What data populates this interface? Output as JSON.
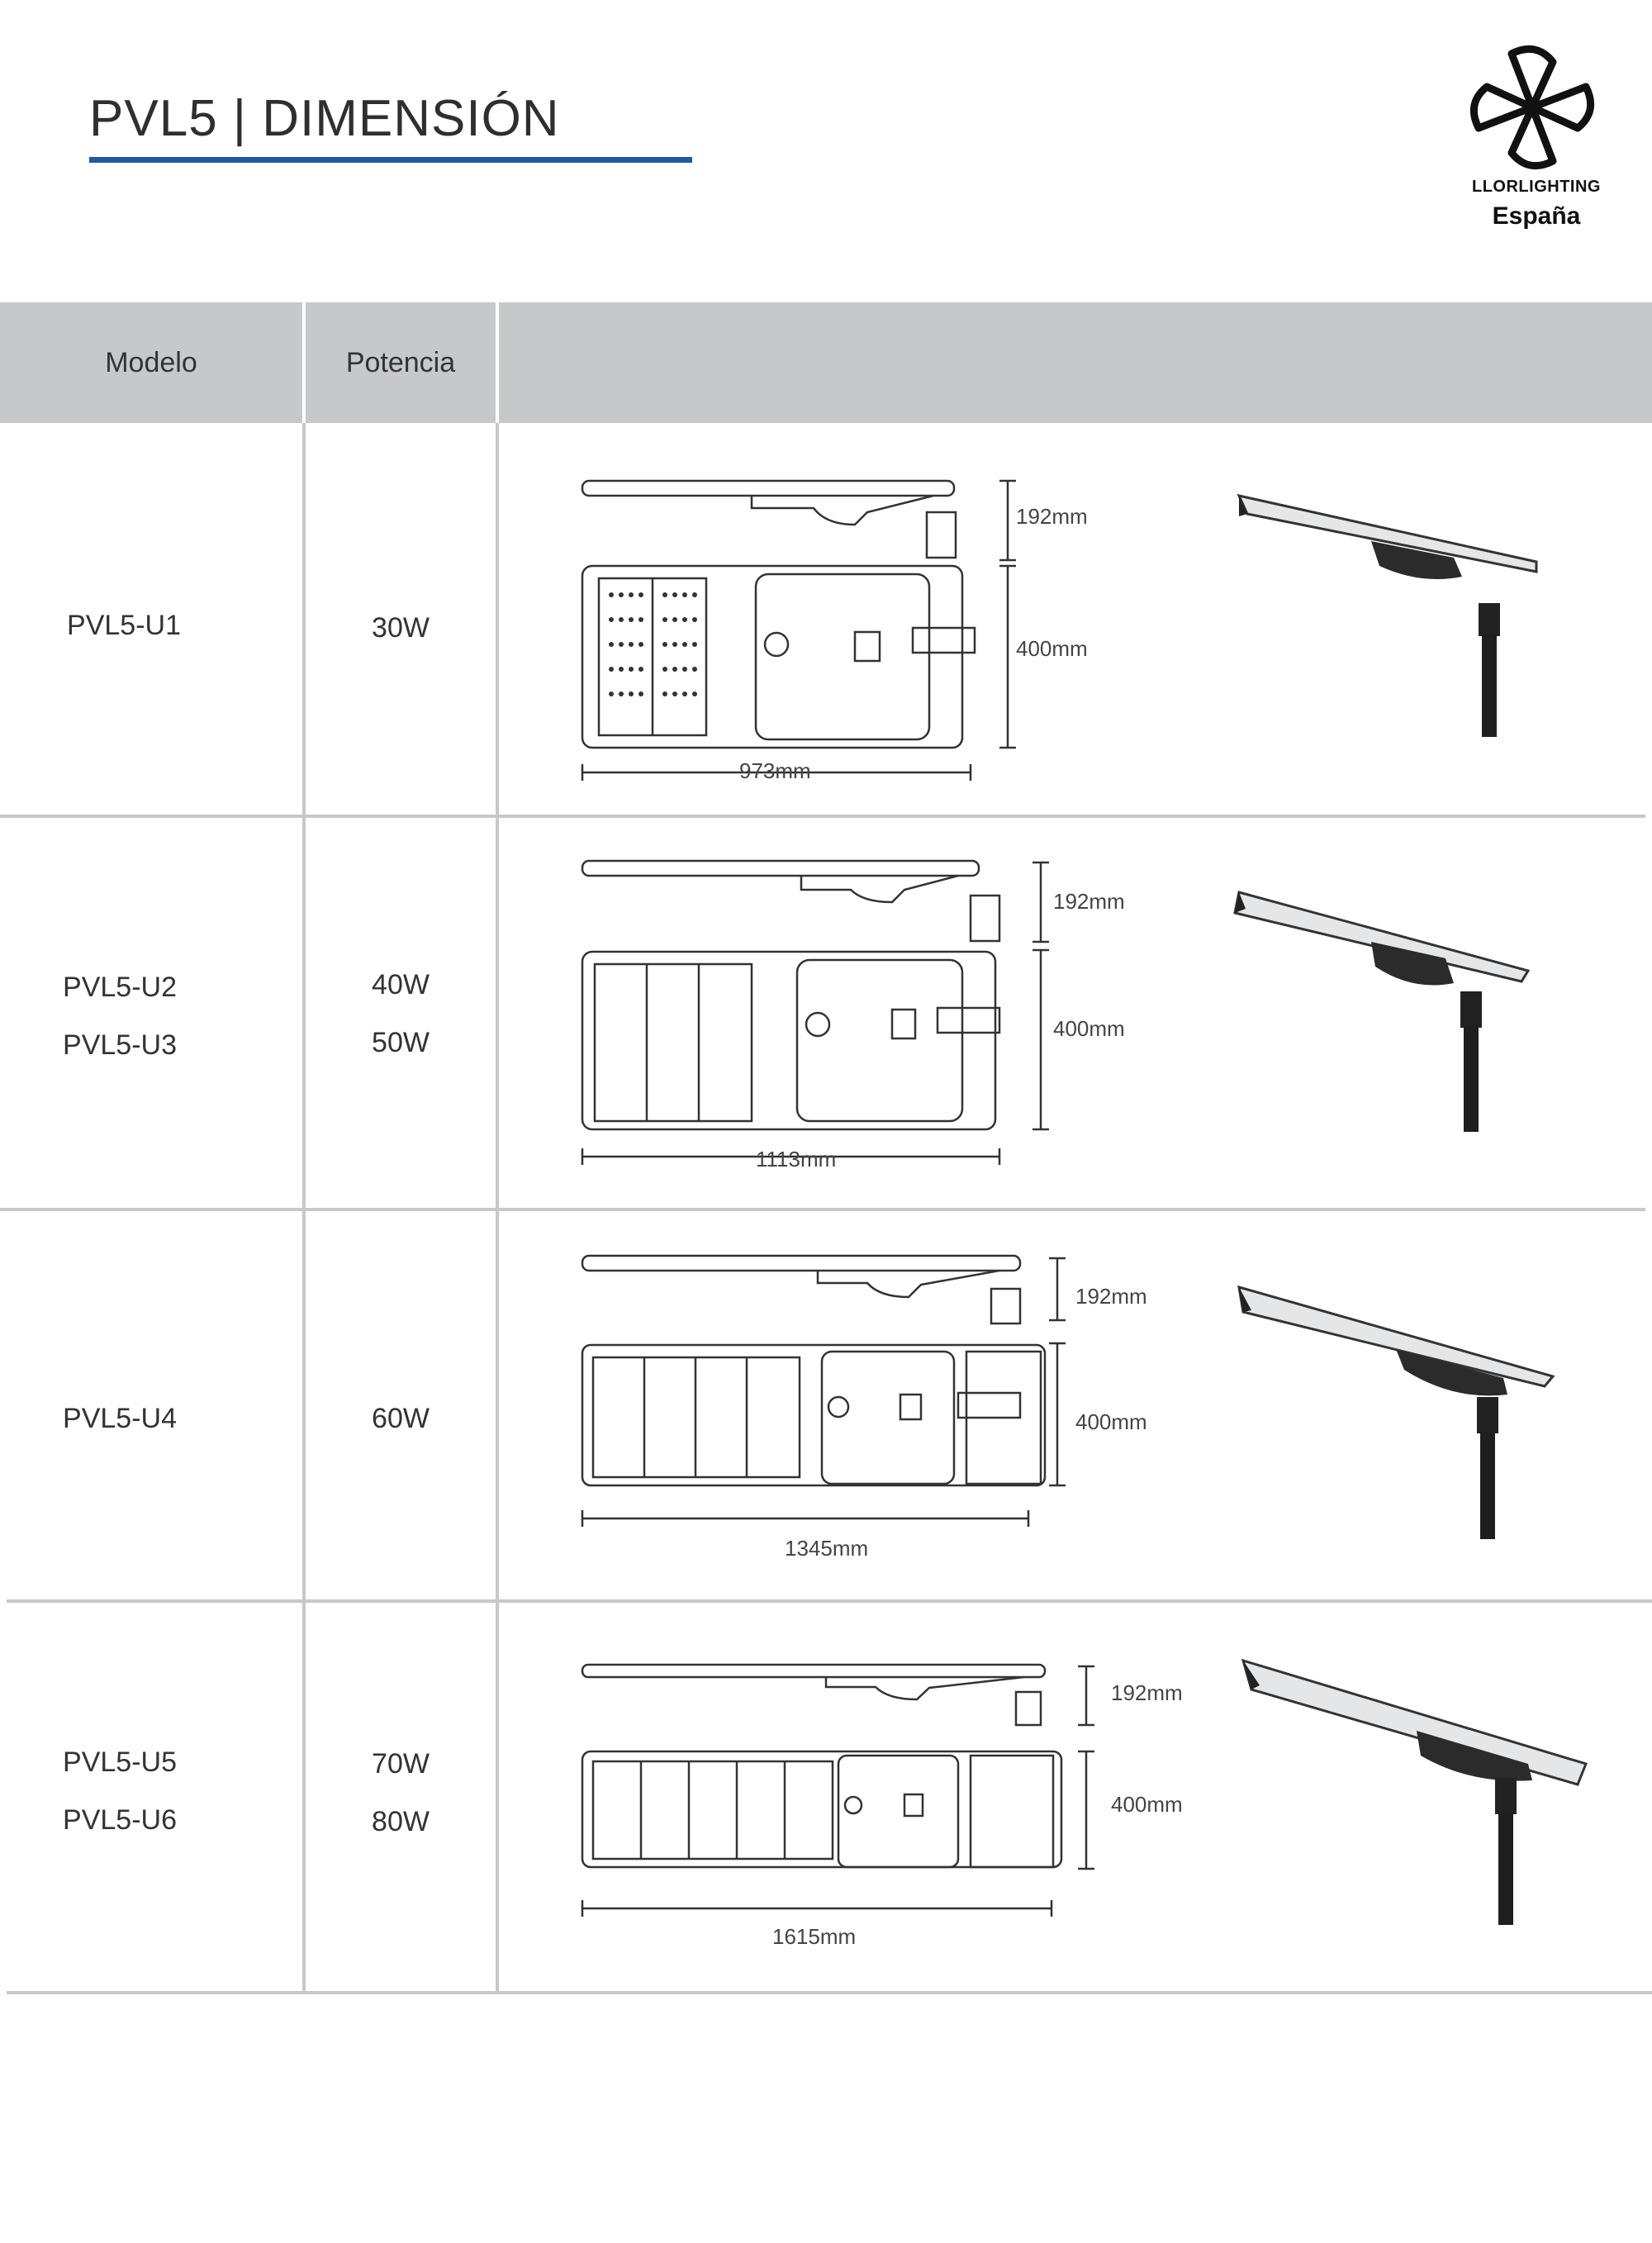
{
  "title": "PVL5 | DIMENSIÓN",
  "logo": {
    "brand": "LLORLIGHTING",
    "country": "España"
  },
  "table": {
    "headers": {
      "model": "Modelo",
      "power": "Potencia",
      "drawing": ""
    },
    "rows": [
      {
        "models": [
          "PVL5-U1"
        ],
        "powers": [
          "30W"
        ],
        "length": "973mm",
        "height": "192mm",
        "width": "400mm"
      },
      {
        "models": [
          "PVL5-U2",
          "PVL5-U3"
        ],
        "powers": [
          "40W",
          "50W"
        ],
        "length": "1113mm",
        "height": "192mm",
        "width": "400mm"
      },
      {
        "models": [
          "PVL5-U4"
        ],
        "powers": [
          "60W"
        ],
        "length": "1345mm",
        "height": "192mm",
        "width": "400mm"
      },
      {
        "models": [
          "PVL5-U5",
          "PVL5-U6"
        ],
        "powers": [
          "70W",
          "80W"
        ],
        "length": "1615mm",
        "height": "192mm",
        "width": "400mm"
      }
    ]
  },
  "colors": {
    "accent": "#1e5aa8",
    "header_bg": "#c7c8ca"
  }
}
